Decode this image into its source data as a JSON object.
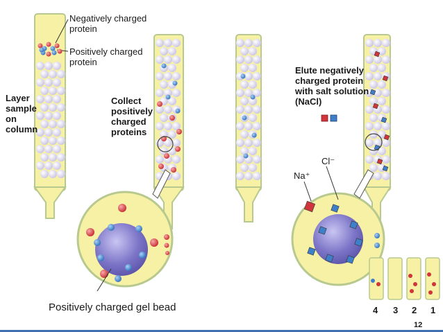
{
  "labels": {
    "negatively_charged": "Negatively charged\nprotein",
    "positively_charged": "Positively charged\nprotein",
    "layer_sample": "Layer\nsample\non\ncolumn",
    "collect_positive": "Collect\npositively\ncharged\nproteins",
    "elute_negative": "Elute negatively\ncharged protein\nwith salt solution\n(NaCl)",
    "na_ion": "Na⁺",
    "cl_ion": "Cl⁻",
    "gel_bead": "Positively charged gel bead"
  },
  "tubes": [
    "4",
    "3",
    "2",
    "1"
  ],
  "slide_number": "12",
  "colors": {
    "column_fill": "#f7f1a6",
    "column_border": "#b7c98e",
    "bead": "#d9d6ec",
    "gel_bead_core": "#7a74c2",
    "positive_protein": "#d0353b",
    "negative_protein": "#3f7fc9",
    "footer_line": "#3f6fae"
  }
}
